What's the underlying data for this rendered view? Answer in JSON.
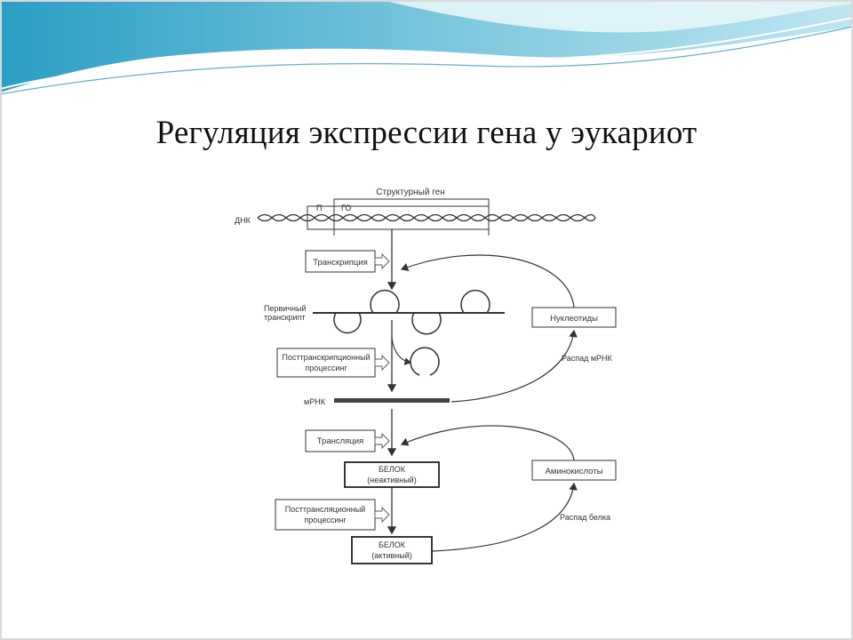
{
  "slide": {
    "title": "Регуляция экспрессии гена у эукариот"
  },
  "colors": {
    "wave_dark": "#2a9ec4",
    "wave_light": "#cfeaf2",
    "diagram_ink": "#333333",
    "mrna_bar": "#444444"
  },
  "diagram": {
    "structural_gene_label": "Структурный ген",
    "dna_label": "ДНК",
    "promoter_label": "П",
    "go_label": "ГО",
    "transcription_label": "Транскрипция",
    "primary_transcript_line1": "Первичный",
    "primary_transcript_line2": "транскрипт",
    "posttranscription_line1": "Посттранскрипционный",
    "posttranscription_line2": "процессинг",
    "nucleotides_label": "Нуклеотиды",
    "mrna_decay_label": "Распад мРНК",
    "mrna_label": "мРНК",
    "translation_label": "Трансляция",
    "protein_inactive_line1": "БЕЛОК",
    "protein_inactive_line2": "(неактивный)",
    "amino_acids_label": "Аминокислоты",
    "posttranslation_line1": "Посттрансляционный",
    "posttranslation_line2": "процессинг",
    "protein_decay_label": "Распад белка",
    "protein_active_line1": "БЕЛОК",
    "protein_active_line2": "(активный)"
  }
}
